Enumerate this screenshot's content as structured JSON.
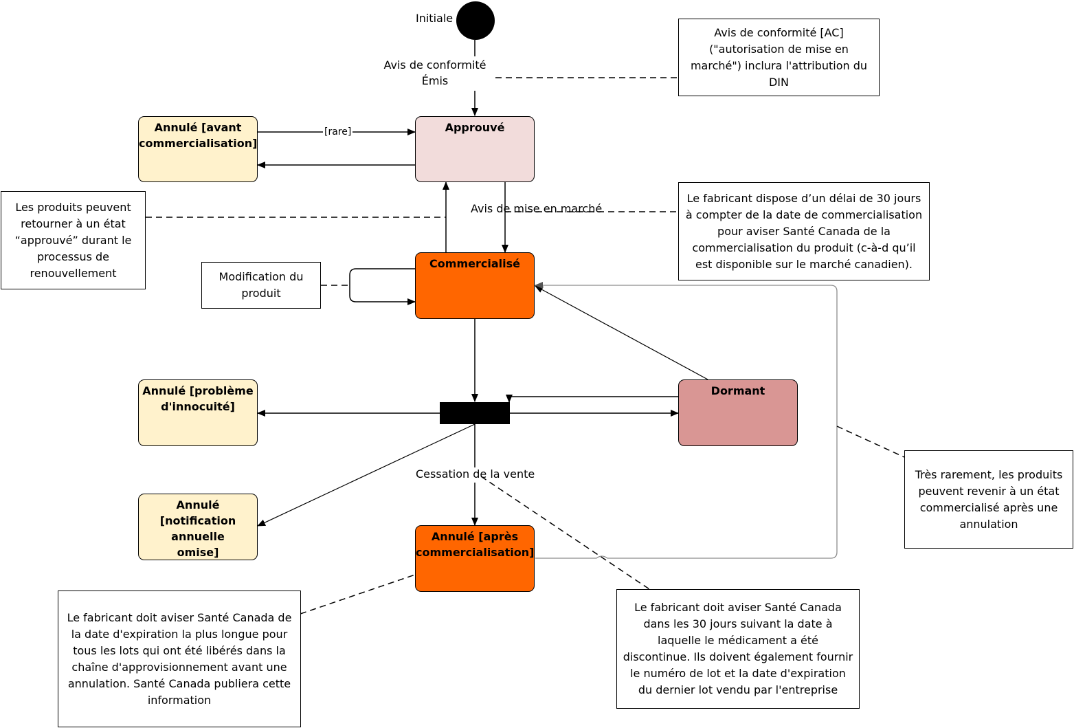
{
  "diagram": {
    "type": "state-diagram",
    "initial_label": "Initiale",
    "states": {
      "annule_avant": "Annulé [avant commercialisation]",
      "approuve": "Approuvé",
      "commercialise": "Commercialisé",
      "annule_probleme": "Annulé [problème d'innocuité]",
      "dormant": "Dormant",
      "annule_notification": "Annulé [notification annuelle omise]",
      "annule_apres": "Annulé [après commercialisation]"
    },
    "transitions": {
      "initial_to_approuve": "Avis de conformité Émis",
      "rare": "[rare]",
      "mise_en_marche": "Avis de mise en marché",
      "cessation": "Cessation de la vente"
    },
    "notes": {
      "ac": "Avis de conformité [AC] (\"autorisation de mise en marché\") inclura l'attribution du DIN",
      "delai_30": "Le fabricant dispose d’un délai de 30 jours à compter de la date de commercialisation pour aviser Santé Canada de la commercialisation du produit (c-à-d qu’il est disponible sur le marché canadien).",
      "retour_approuve": "Les produits peuvent retourner à un état “approuvé” durant le processus de renouvellement",
      "modification": "Modification du produit",
      "rarement": "Très rarement, les produits peuvent revenir à un état commercialisé après une annulation",
      "expiration": "Le fabricant doit aviser Santé Canada de la date d'expiration la plus longue pour tous les lots qui ont été libérés dans la chaîne d'approvisionnement avant une annulation. Santé Canada publiera cette information",
      "discontinue": "Le fabricant doit aviser Santé Canada dans les 30 jours suivant la date à laquelle le médicament a été discontinue. Ils doivent également fournir le numéro de lot et la date d'expiration du dernier lot vendu par l'entreprise"
    },
    "colors": {
      "cream": "#fff2cc",
      "pink": "#f2dcdb",
      "orange": "#ff6600",
      "rose": "#d99694"
    }
  }
}
